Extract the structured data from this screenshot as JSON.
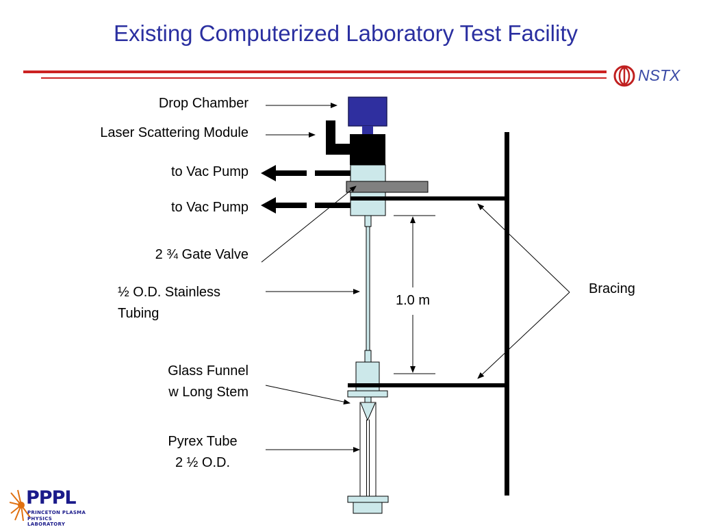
{
  "slide": {
    "title": "Existing Computerized Laboratory Test Facility"
  },
  "logos": {
    "nstx": "NSTX",
    "pppl": "PPPL",
    "pppl_line1": "PRINCETON PLASMA",
    "pppl_line2": "PHYSICS LABORATORY"
  },
  "labels": {
    "drop_chamber": "Drop Chamber",
    "laser_module": "Laser Scattering Module",
    "vac_pump_upper": "to Vac Pump",
    "vac_pump_lower": "to Vac Pump",
    "gate_valve": "2 ¾ Gate Valve",
    "tubing_line1": "½ O.D. Stainless",
    "tubing_line2": "Tubing",
    "length": "1.0 m",
    "bracing": "Bracing",
    "funnel_line1": "Glass Funnel",
    "funnel_line2": "w Long Stem",
    "pyrex_line1": "Pyrex Tube",
    "pyrex_line2": "2 ½ O.D."
  },
  "colors": {
    "title": "#2a2fa0",
    "drop_chamber": "#2f2f9f",
    "light_cyan": "#cce8ea",
    "flange_gray": "#808080",
    "rule_red": "#cc2222"
  }
}
